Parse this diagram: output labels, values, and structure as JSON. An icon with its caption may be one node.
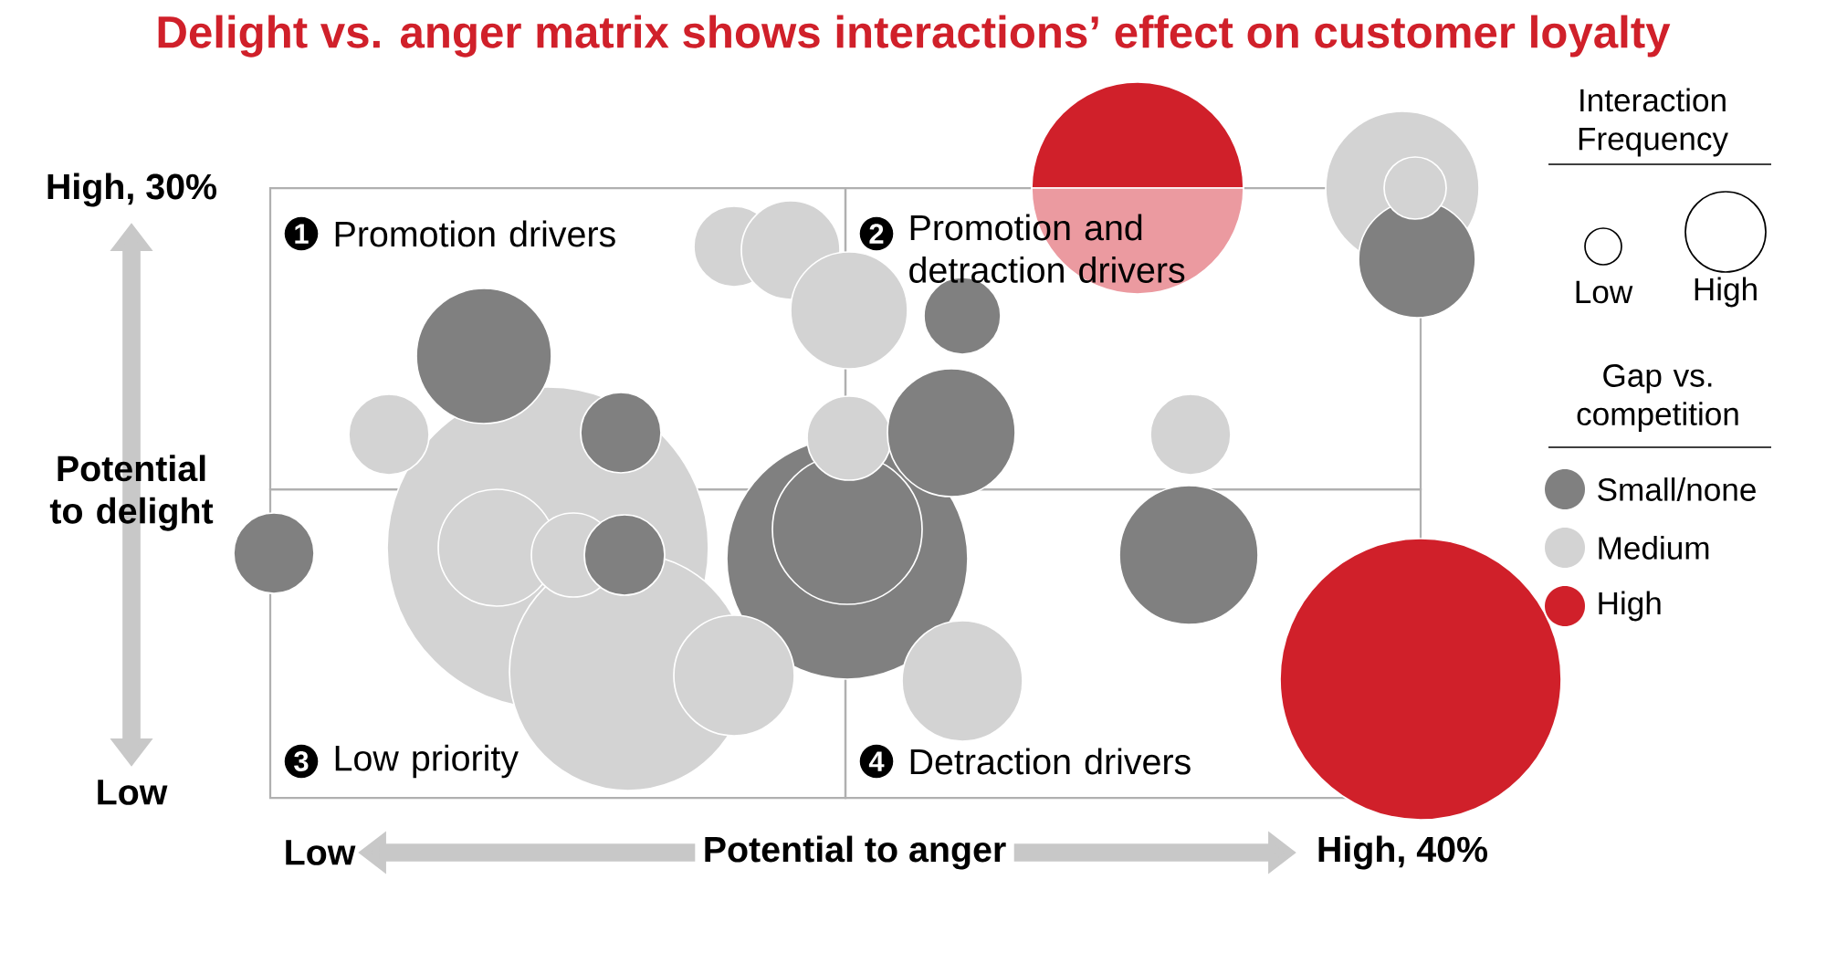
{
  "diagram": {
    "title": "Delight vs. anger matrix shows interactions’ effect on customer loyalty",
    "nodes": [
      {
        "text": [
          "1",
          "Promotion drivers"
        ]
      },
      {
        "text": [
          "2",
          "Promotion and detraction drivers"
        ]
      },
      {
        "text": [
          "3",
          "Low priority"
        ]
      },
      {
        "text": [
          "4",
          "Detraction drivers"
        ]
      }
    ],
    "labels": [
      "High, 30%",
      "Potential to delight",
      "Low",
      "Low",
      "Potential to anger",
      "High, 40%",
      "Interaction Frequency",
      "Gap vs. competition"
    ],
    "legend": [
      {
        "text": "Low"
      },
      {
        "text": "High"
      },
      {
        "text": "Small/none",
        "color": "#808080"
      },
      {
        "text": "Medium",
        "color": "#d3d3d3"
      },
      {
        "text": "High",
        "color": "#d0202a"
      }
    ]
  }
}
